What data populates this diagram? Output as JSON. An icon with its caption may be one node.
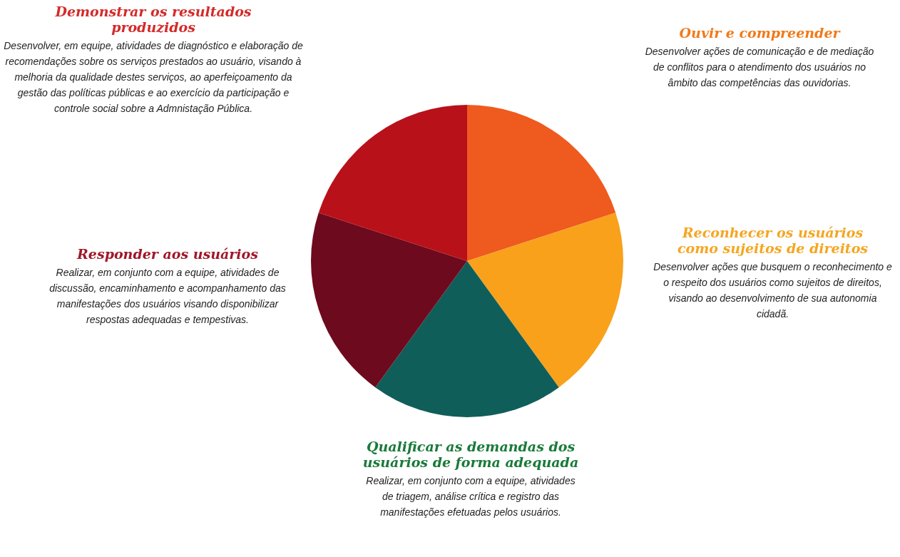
{
  "diagram": {
    "labels": [
      "Demonstrar os resultados produzidos",
      "Desenvolver, em equipe, atividades de diagnóstico e elaboração de recomendações sobre os serviços prestados ao usuário, visando à melhoria da qualidade destes serviços, ao aperfeiçoamento da gestão das políticas públicas e ao exercício da participação e controle social sobre a Admnistação Pública.",
      "Ouvir e compreender",
      "Desenvolver ações de comunicação e de mediação de conflitos para o atendimento dos usuários no âmbito das competências das ouvidorias.",
      "Reconhecer os usuários como sujeitos de direitos",
      "Desenvolver ações que busquem o reconhecimento e o respeito dos usuários como sujeitos de direitos, visando ao desenvolvimento de sua autonomia cidadã.",
      "Responder aos usuários",
      "Realizar, em conjunto com a equipe, atividades de discussão, encaminhamento e acompanhamento das manifestações dos usuários visando disponibilizar respostas adequadas e tempestivas.",
      "Qualificar as demandas dos usuários de forma adequada",
      "Realizar, em conjunto com a equipe, atividades de triagem, análise crítica e registro das manifestações efetuadas pelos usuários."
    ]
  }
}
